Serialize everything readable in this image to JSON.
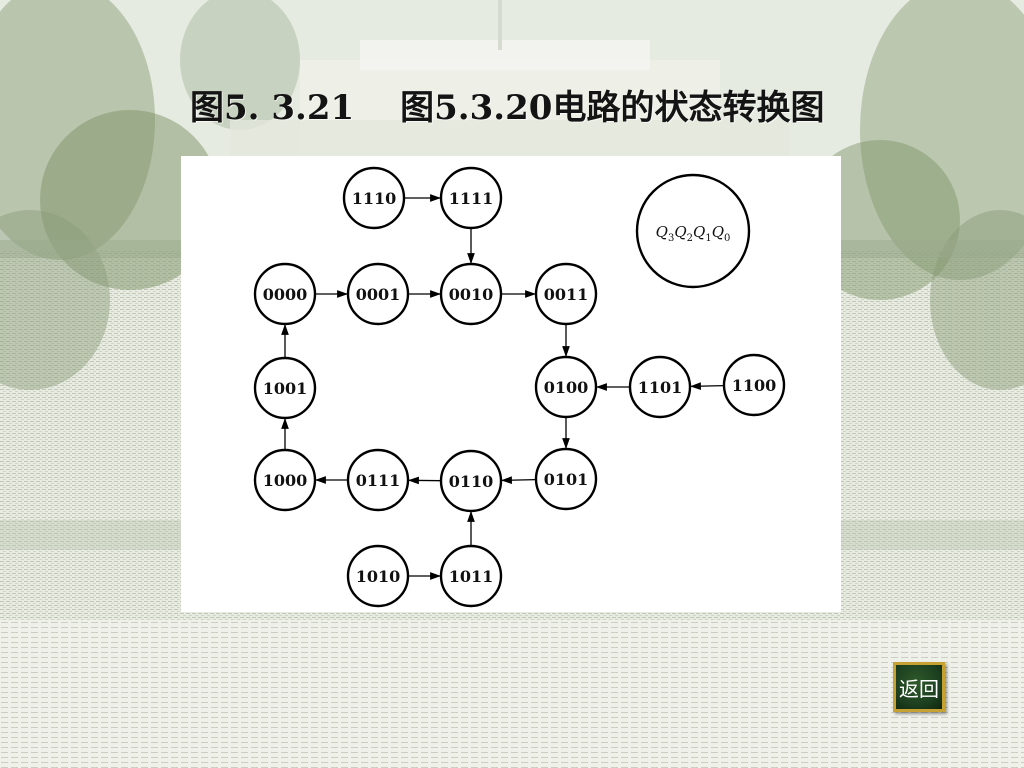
{
  "title": {
    "figure_number": "图5. 3.21",
    "caption": "图5.3.20电路的状态转换图"
  },
  "diagram": {
    "states": [
      {
        "id": "1110",
        "label": "1110"
      },
      {
        "id": "1111",
        "label": "1111"
      },
      {
        "id": "0000",
        "label": "0000"
      },
      {
        "id": "0001",
        "label": "0001"
      },
      {
        "id": "0010",
        "label": "0010"
      },
      {
        "id": "0011",
        "label": "0011"
      },
      {
        "id": "1001",
        "label": "1001"
      },
      {
        "id": "0100",
        "label": "0100"
      },
      {
        "id": "1101",
        "label": "1101"
      },
      {
        "id": "1100",
        "label": "1100"
      },
      {
        "id": "1000",
        "label": "1000"
      },
      {
        "id": "0111",
        "label": "0111"
      },
      {
        "id": "0110",
        "label": "0110"
      },
      {
        "id": "0101",
        "label": "0101"
      },
      {
        "id": "1010",
        "label": "1010"
      },
      {
        "id": "1011",
        "label": "1011"
      }
    ],
    "transitions": [
      [
        "1110",
        "1111"
      ],
      [
        "1111",
        "0010"
      ],
      [
        "0000",
        "0001"
      ],
      [
        "0001",
        "0010"
      ],
      [
        "0010",
        "0011"
      ],
      [
        "0011",
        "0100"
      ],
      [
        "1100",
        "1101"
      ],
      [
        "1101",
        "0100"
      ],
      [
        "0100",
        "0101"
      ],
      [
        "0101",
        "0110"
      ],
      [
        "0110",
        "0111"
      ],
      [
        "0111",
        "1000"
      ],
      [
        "1000",
        "1001"
      ],
      [
        "1001",
        "0000"
      ],
      [
        "1010",
        "1011"
      ],
      [
        "1011",
        "0110"
      ]
    ],
    "legend": {
      "Q3": "Q",
      "sub3": "3",
      "Q2": "Q",
      "sub2": "2",
      "Q1": "Q",
      "sub1": "1",
      "Q0": "Q",
      "sub0": "0"
    }
  },
  "nav": {
    "return_label": "返回"
  }
}
